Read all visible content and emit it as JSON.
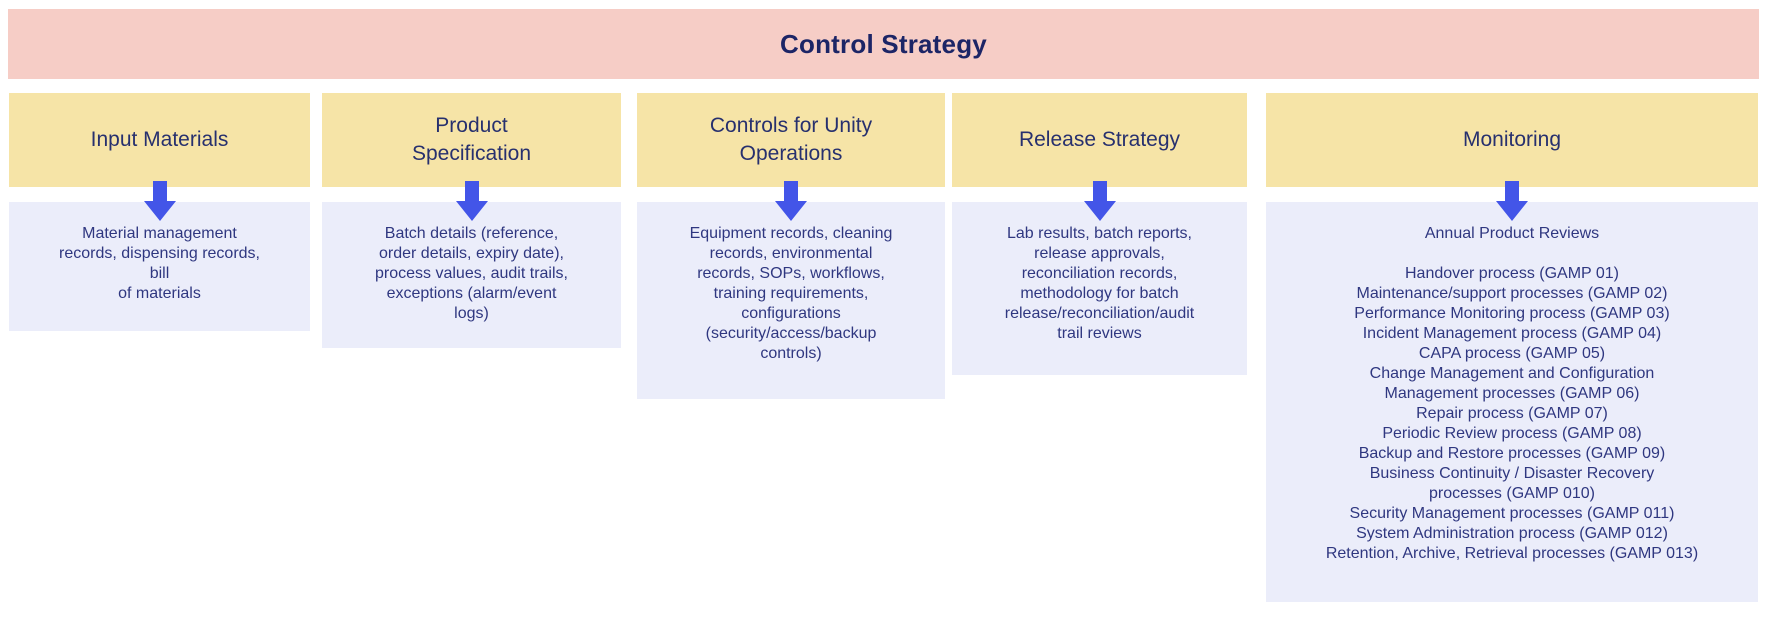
{
  "title": "Control Strategy",
  "colors": {
    "title_bg": "#f6cdc6",
    "title_text": "#1c2566",
    "header_bg": "#f6e4a7",
    "header_text": "#27306e",
    "content_bg": "#ebedfa",
    "content_text": "#2f3780",
    "arrow": "#4355e8"
  },
  "columns": [
    {
      "header": "Input Materials",
      "content": "Material management\nrecords, dispensing records,\nbill\nof materials"
    },
    {
      "header": "Product\nSpecification",
      "content": "Batch details (reference,\norder details, expiry date),\nprocess values, audit trails,\nexceptions (alarm/event\nlogs)"
    },
    {
      "header": "Controls for Unity\nOperations",
      "content": "Equipment records, cleaning\nrecords, environmental\nrecords, SOPs, workflows,\ntraining requirements,\nconfigurations\n(security/access/backup\ncontrols)"
    },
    {
      "header": "Release Strategy",
      "content": "Lab results, batch reports,\nrelease approvals,\nreconciliation records,\nmethodology for batch\nrelease/reconciliation/audit\ntrail reviews"
    },
    {
      "header": "Monitoring",
      "content": "Annual Product Reviews\n\nHandover process (GAMP 01)\nMaintenance/support processes (GAMP 02)\nPerformance Monitoring process (GAMP 03)\nIncident Management process (GAMP 04)\nCAPA process (GAMP 05)\nChange Management and Configuration\nManagement processes (GAMP 06)\nRepair process (GAMP 07)\nPeriodic Review process (GAMP 08)\nBackup and Restore processes (GAMP 09)\nBusiness Continuity / Disaster Recovery\nprocesses (GAMP 010)\nSecurity Management processes (GAMP 011)\nSystem Administration process (GAMP 012)\nRetention, Archive, Retrieval processes (GAMP 013)"
    }
  ]
}
